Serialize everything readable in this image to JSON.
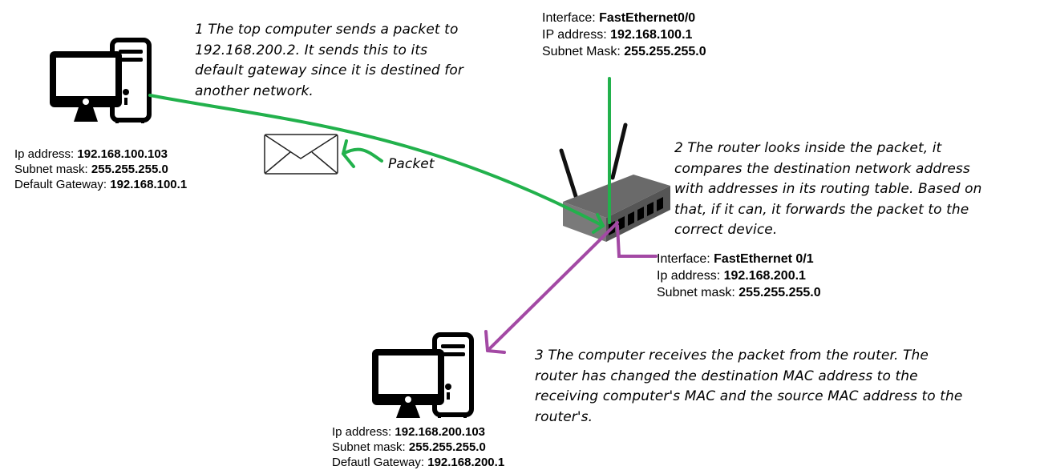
{
  "colors": {
    "outgoing_link": "#22b14c",
    "return_link": "#a349a4",
    "router_body": "#5a5a5a",
    "ink": "#000000"
  },
  "computer_top": {
    "icon": "desktop-computer-icon",
    "ip_label": "Ip address:",
    "ip_value": "192.168.100.103",
    "mask_label": "Subnet mask:",
    "mask_value": "255.255.255.0",
    "gateway_label": "Default Gateway:",
    "gateway_value": "192.168.100.1"
  },
  "computer_bottom": {
    "icon": "desktop-computer-icon",
    "ip_label": "Ip address:",
    "ip_value": "192.168.200.103",
    "mask_label": "Subnet mask:",
    "mask_value": "255.255.255.0",
    "gateway_label": "Defautl Gateway:",
    "gateway_value": "192.168.200.1"
  },
  "router": {
    "icon": "router-icon",
    "fa00": {
      "interface_label": "Interface:",
      "interface_value": "FastEthernet0/0",
      "ip_label": "IP address:",
      "ip_value": "192.168.100.1",
      "mask_label": "Subnet Mask:",
      "mask_value": "255.255.255.0"
    },
    "fa01": {
      "interface_label": "Interface:",
      "interface_value": "FastEthernet 0/1",
      "ip_label": "Ip address:",
      "ip_value": "192.168.200.1",
      "mask_label": "Subnet mask:",
      "mask_value": "255.255.255.0"
    }
  },
  "packet": {
    "icon": "envelope-icon",
    "label": "Packet"
  },
  "steps": [
    {
      "lines": [
        "1 The top computer sends a packet to",
        "192.168.200.2. It sends this to its",
        "default gateway since it is destined for",
        "another network."
      ]
    },
    {
      "lines": [
        "2 The router looks inside the packet, it",
        "compares the destination network address",
        "with addresses in its routing table. Based on",
        "that, if it can, it forwards the packet to the",
        "correct device."
      ]
    },
    {
      "lines": [
        "3 The computer receives the packet from the router. The",
        "router has changed the destination MAC address to the",
        "receiving computer's MAC and the source MAC address to the",
        "router's."
      ]
    }
  ]
}
